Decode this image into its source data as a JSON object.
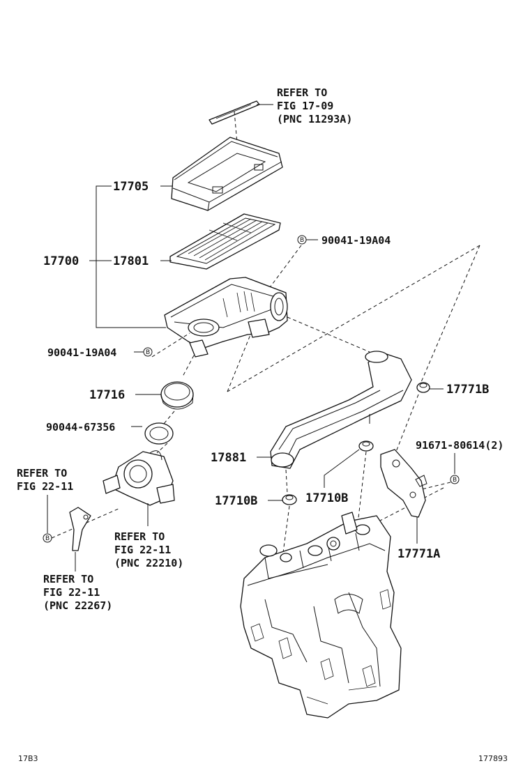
{
  "diagram": {
    "refs": {
      "top": [
        "REFER TO",
        "FIG 17-09",
        "(PNC 11293A)"
      ],
      "left": [
        "REFER TO",
        "FIG 22-11"
      ],
      "throttle": [
        "REFER TO",
        "FIG 22-11",
        "(PNC 22210)"
      ],
      "bottom_left": [
        "REFER TO",
        "FIG 22-11",
        "(PNC 22267)"
      ]
    },
    "parts": {
      "p17705": "17705",
      "p17700": "17700",
      "p17801": "17801",
      "bolt_right": "90041-19A04",
      "bolt_left": "90041-19A04",
      "p17716": "17716",
      "p90044": "90044-67356",
      "p17881": "17881",
      "p17771b": "17771B",
      "p91671": "91671-80614(2)",
      "p17710b_left": "17710B",
      "p17710b_right": "17710B",
      "p17771a": "17771A"
    },
    "marker_b": "B",
    "footer_left": "17B3",
    "footer_right": "177893"
  }
}
